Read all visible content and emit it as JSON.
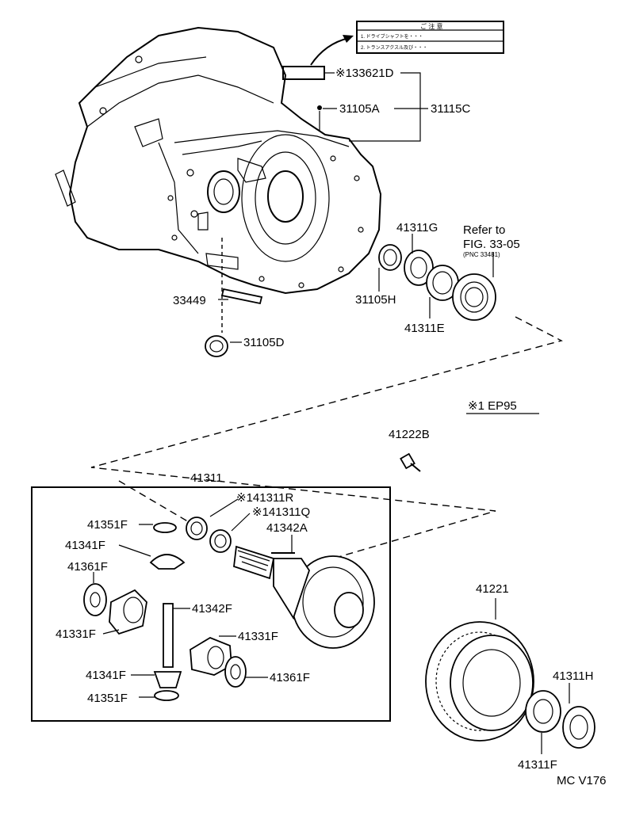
{
  "note_box": {
    "title": "ご 注 意",
    "line1": "1. ドライブシャフトを・・・",
    "line2": "2. トランスアクスル及び・・・"
  },
  "labels": {
    "p133621D": "※133621D",
    "p31105A": "31105A",
    "p31115C": "31115C",
    "p41311G": "41311G",
    "refer_line1": "Refer to",
    "refer_line2": "FIG. 33-05",
    "refer_line3": "(PNC 33481)",
    "p31105H": "31105H",
    "p41311E": "41311E",
    "p33449": "33449",
    "p31105D": "31105D",
    "ep95": "※1 EP95",
    "p41222B": "41222B",
    "p41311": "41311",
    "p141311R": "※141311R",
    "p141311Q": "※141311Q",
    "p41342A": "41342A",
    "p41351F_top": "41351F",
    "p41341F_top": "41341F",
    "p41361F_left": "41361F",
    "p41331F_left": "41331F",
    "p41342F": "41342F",
    "p41331F_right": "41331F",
    "p41341F_bottom": "41341F",
    "p41361F_right": "41361F",
    "p41351F_bottom": "41351F",
    "p41221": "41221",
    "p41311H": "41311H",
    "p41311F": "41311F",
    "figure_code": "MC V176"
  }
}
